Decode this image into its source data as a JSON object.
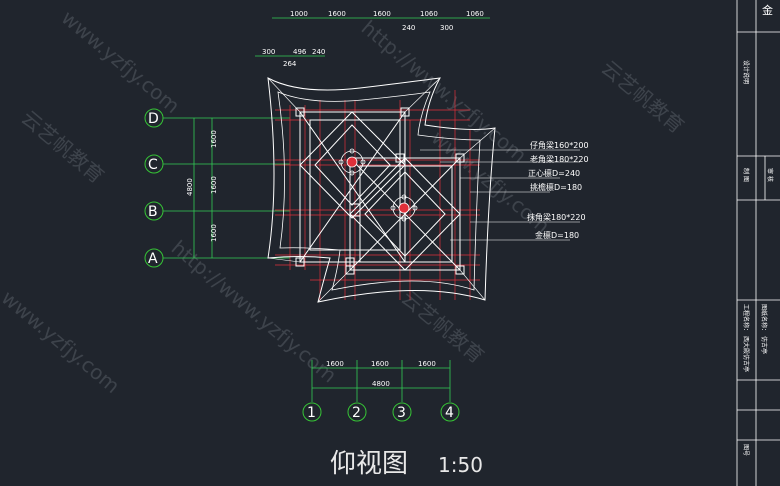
{
  "title": "仰视图",
  "scale": "1:50",
  "top_dimensions": [
    "1000",
    "1600",
    "1600",
    "1060",
    "1060",
    "240",
    "300"
  ],
  "upper_dimensions": [
    "300",
    "496",
    "240",
    "264"
  ],
  "left_dimensions": [
    "1600",
    "1600",
    "1600",
    "4800"
  ],
  "bottom_dimensions": [
    "1600",
    "1600",
    "1600",
    "4800"
  ],
  "row_axes": [
    "D",
    "C",
    "B",
    "A"
  ],
  "column_axes": [
    "1",
    "2",
    "3",
    "4"
  ],
  "member_labels": [
    "仔角梁160*200",
    "老角梁180*220",
    "正心檩D=240",
    "挑檐檩D=180",
    "抹角梁180*220",
    "金檩D=180"
  ],
  "title_block": {
    "header": "设计说明",
    "project_label": "工程名称：",
    "project_value": "西大殿仿古亭",
    "drawing_label": "图纸名称：",
    "drawing_value": "仿古亭",
    "corner": "金",
    "small_a": "制 图",
    "small_b": "审 核",
    "bottom": "图号"
  },
  "watermarks": [
    "云艺帆教育",
    "www.yzfjy.com",
    "http://www.yzfjy.com"
  ],
  "colors": {
    "background": "#20252d",
    "lines": "#ffffff",
    "red": "#e0303a",
    "axis_circle": "#36c436",
    "dim_line": "#33cc55"
  }
}
